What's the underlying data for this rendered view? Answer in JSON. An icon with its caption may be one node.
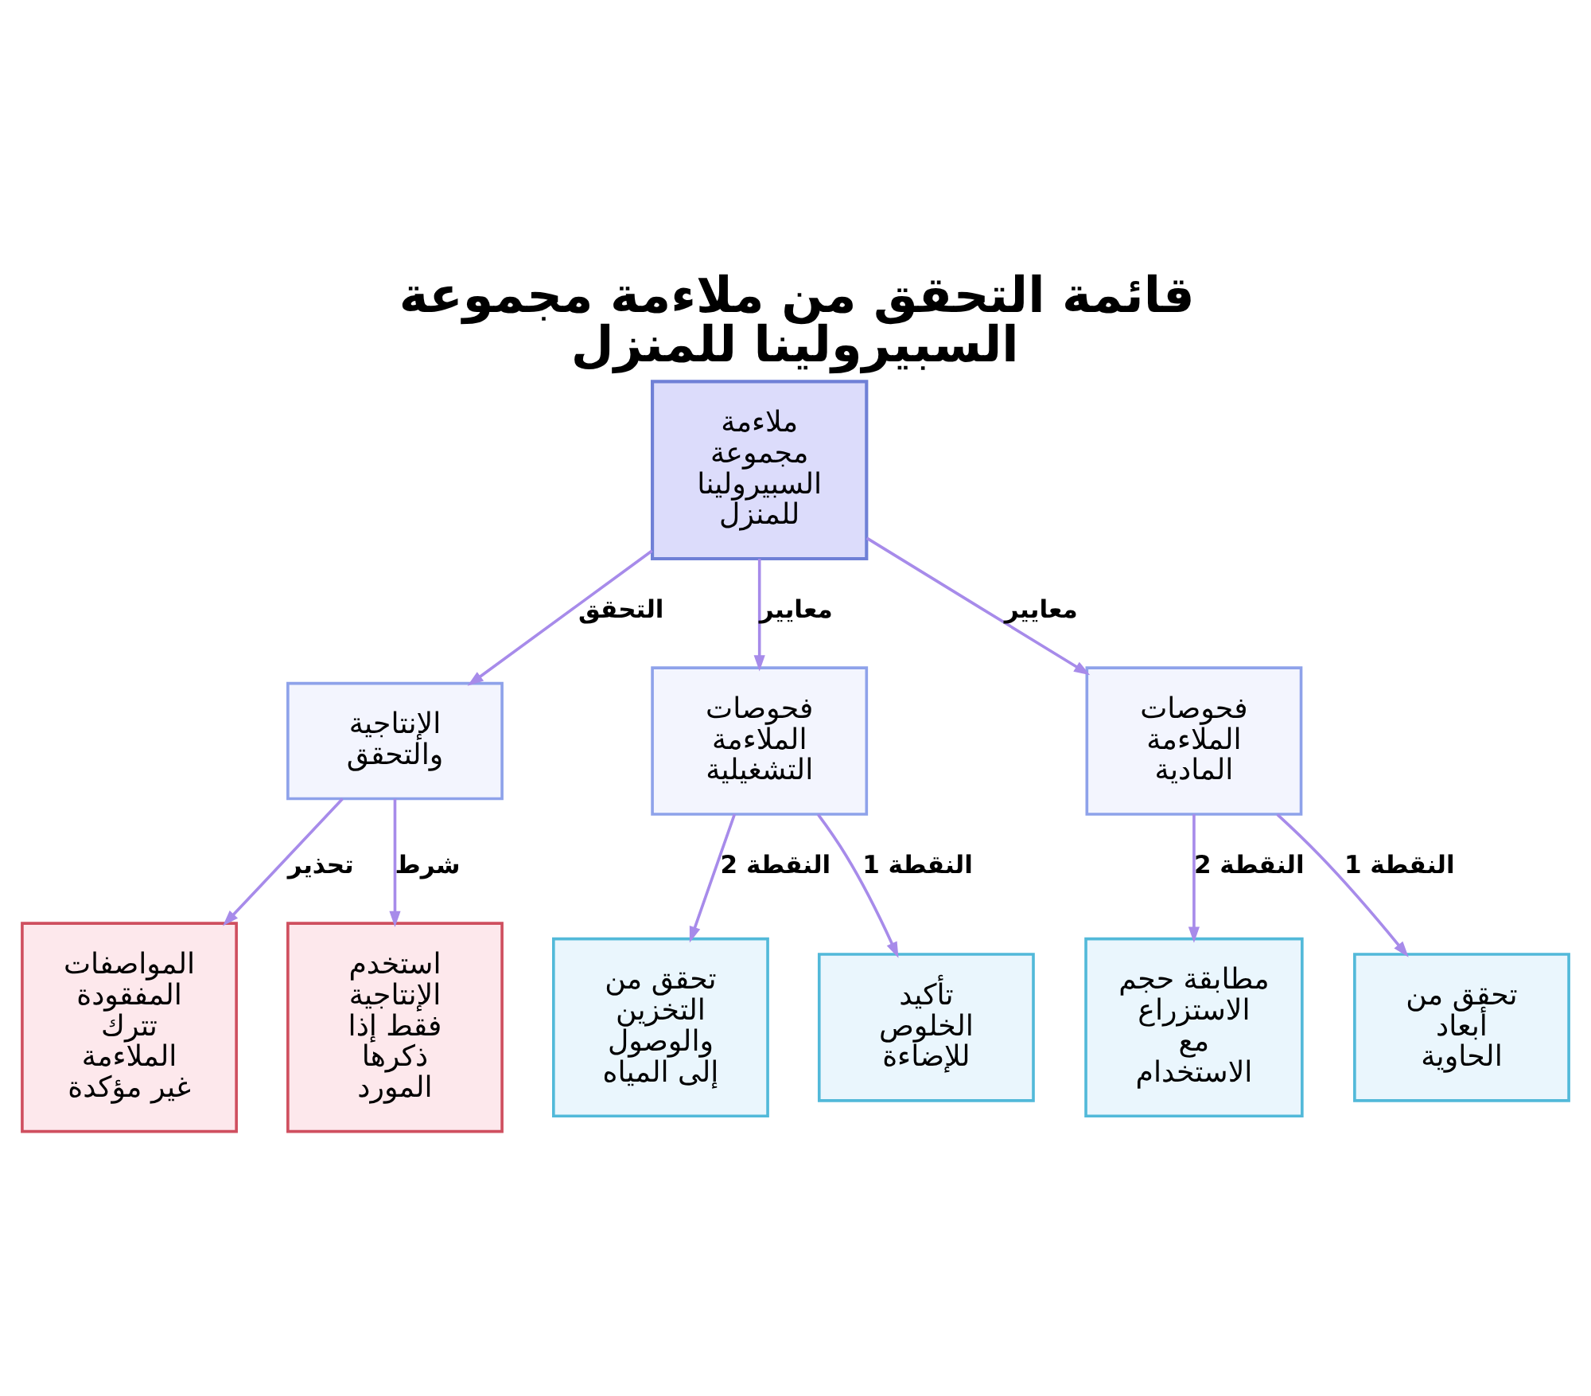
{
  "diagram": {
    "title": "قائمة التحقق من ملاءمة مجموعة السبيرولينا للمنزل",
    "nodes": [
      {
        "text": [
          "ملاءمة مجموعة السبيرولينا للمنزل"
        ]
      },
      {
        "text": [
          "الإنتاجية والتحقق"
        ]
      },
      {
        "text": [
          "فحوصات الملاءمة التشغيلية"
        ]
      },
      {
        "text": [
          "فحوصات الملاءمة المادية"
        ]
      },
      {
        "text": [
          "المواصفات المفقودة تترك الملاءمة غير مؤكدة"
        ]
      },
      {
        "text": [
          "استخدم الإنتاجية فقط إذا ذكرها المورد"
        ]
      },
      {
        "text": [
          "تحقق من التخزين والوصول إلى المياه"
        ]
      },
      {
        "text": [
          "تأكيد الخلوص للإضاءة"
        ]
      },
      {
        "text": [
          "مطابقة حجم الاستزراع مع الاستخدام"
        ]
      },
      {
        "text": [
          "تحقق من أبعاد الحاوية"
        ]
      }
    ],
    "edges": [
      {
        "from": 0,
        "to": 1,
        "arrow": "to",
        "label": "التحقق"
      },
      {
        "from": 0,
        "to": 2,
        "arrow": "to",
        "label": "معايير"
      },
      {
        "from": 0,
        "to": 3,
        "arrow": "to",
        "label": "معايير"
      },
      {
        "from": 1,
        "to": 4,
        "arrow": "to",
        "label": "تحذير"
      },
      {
        "from": 1,
        "to": 5,
        "arrow": "to",
        "label": "شرط"
      },
      {
        "from": 2,
        "to": 6,
        "arrow": "to",
        "label": "النقطة 2"
      },
      {
        "from": 2,
        "to": 7,
        "arrow": "to",
        "label": "النقطة 1"
      },
      {
        "from": 3,
        "to": 8,
        "arrow": "to",
        "label": "النقطة 2"
      },
      {
        "from": 3,
        "to": 9,
        "arrow": "to",
        "label": "النقطة 1"
      }
    ]
  }
}
